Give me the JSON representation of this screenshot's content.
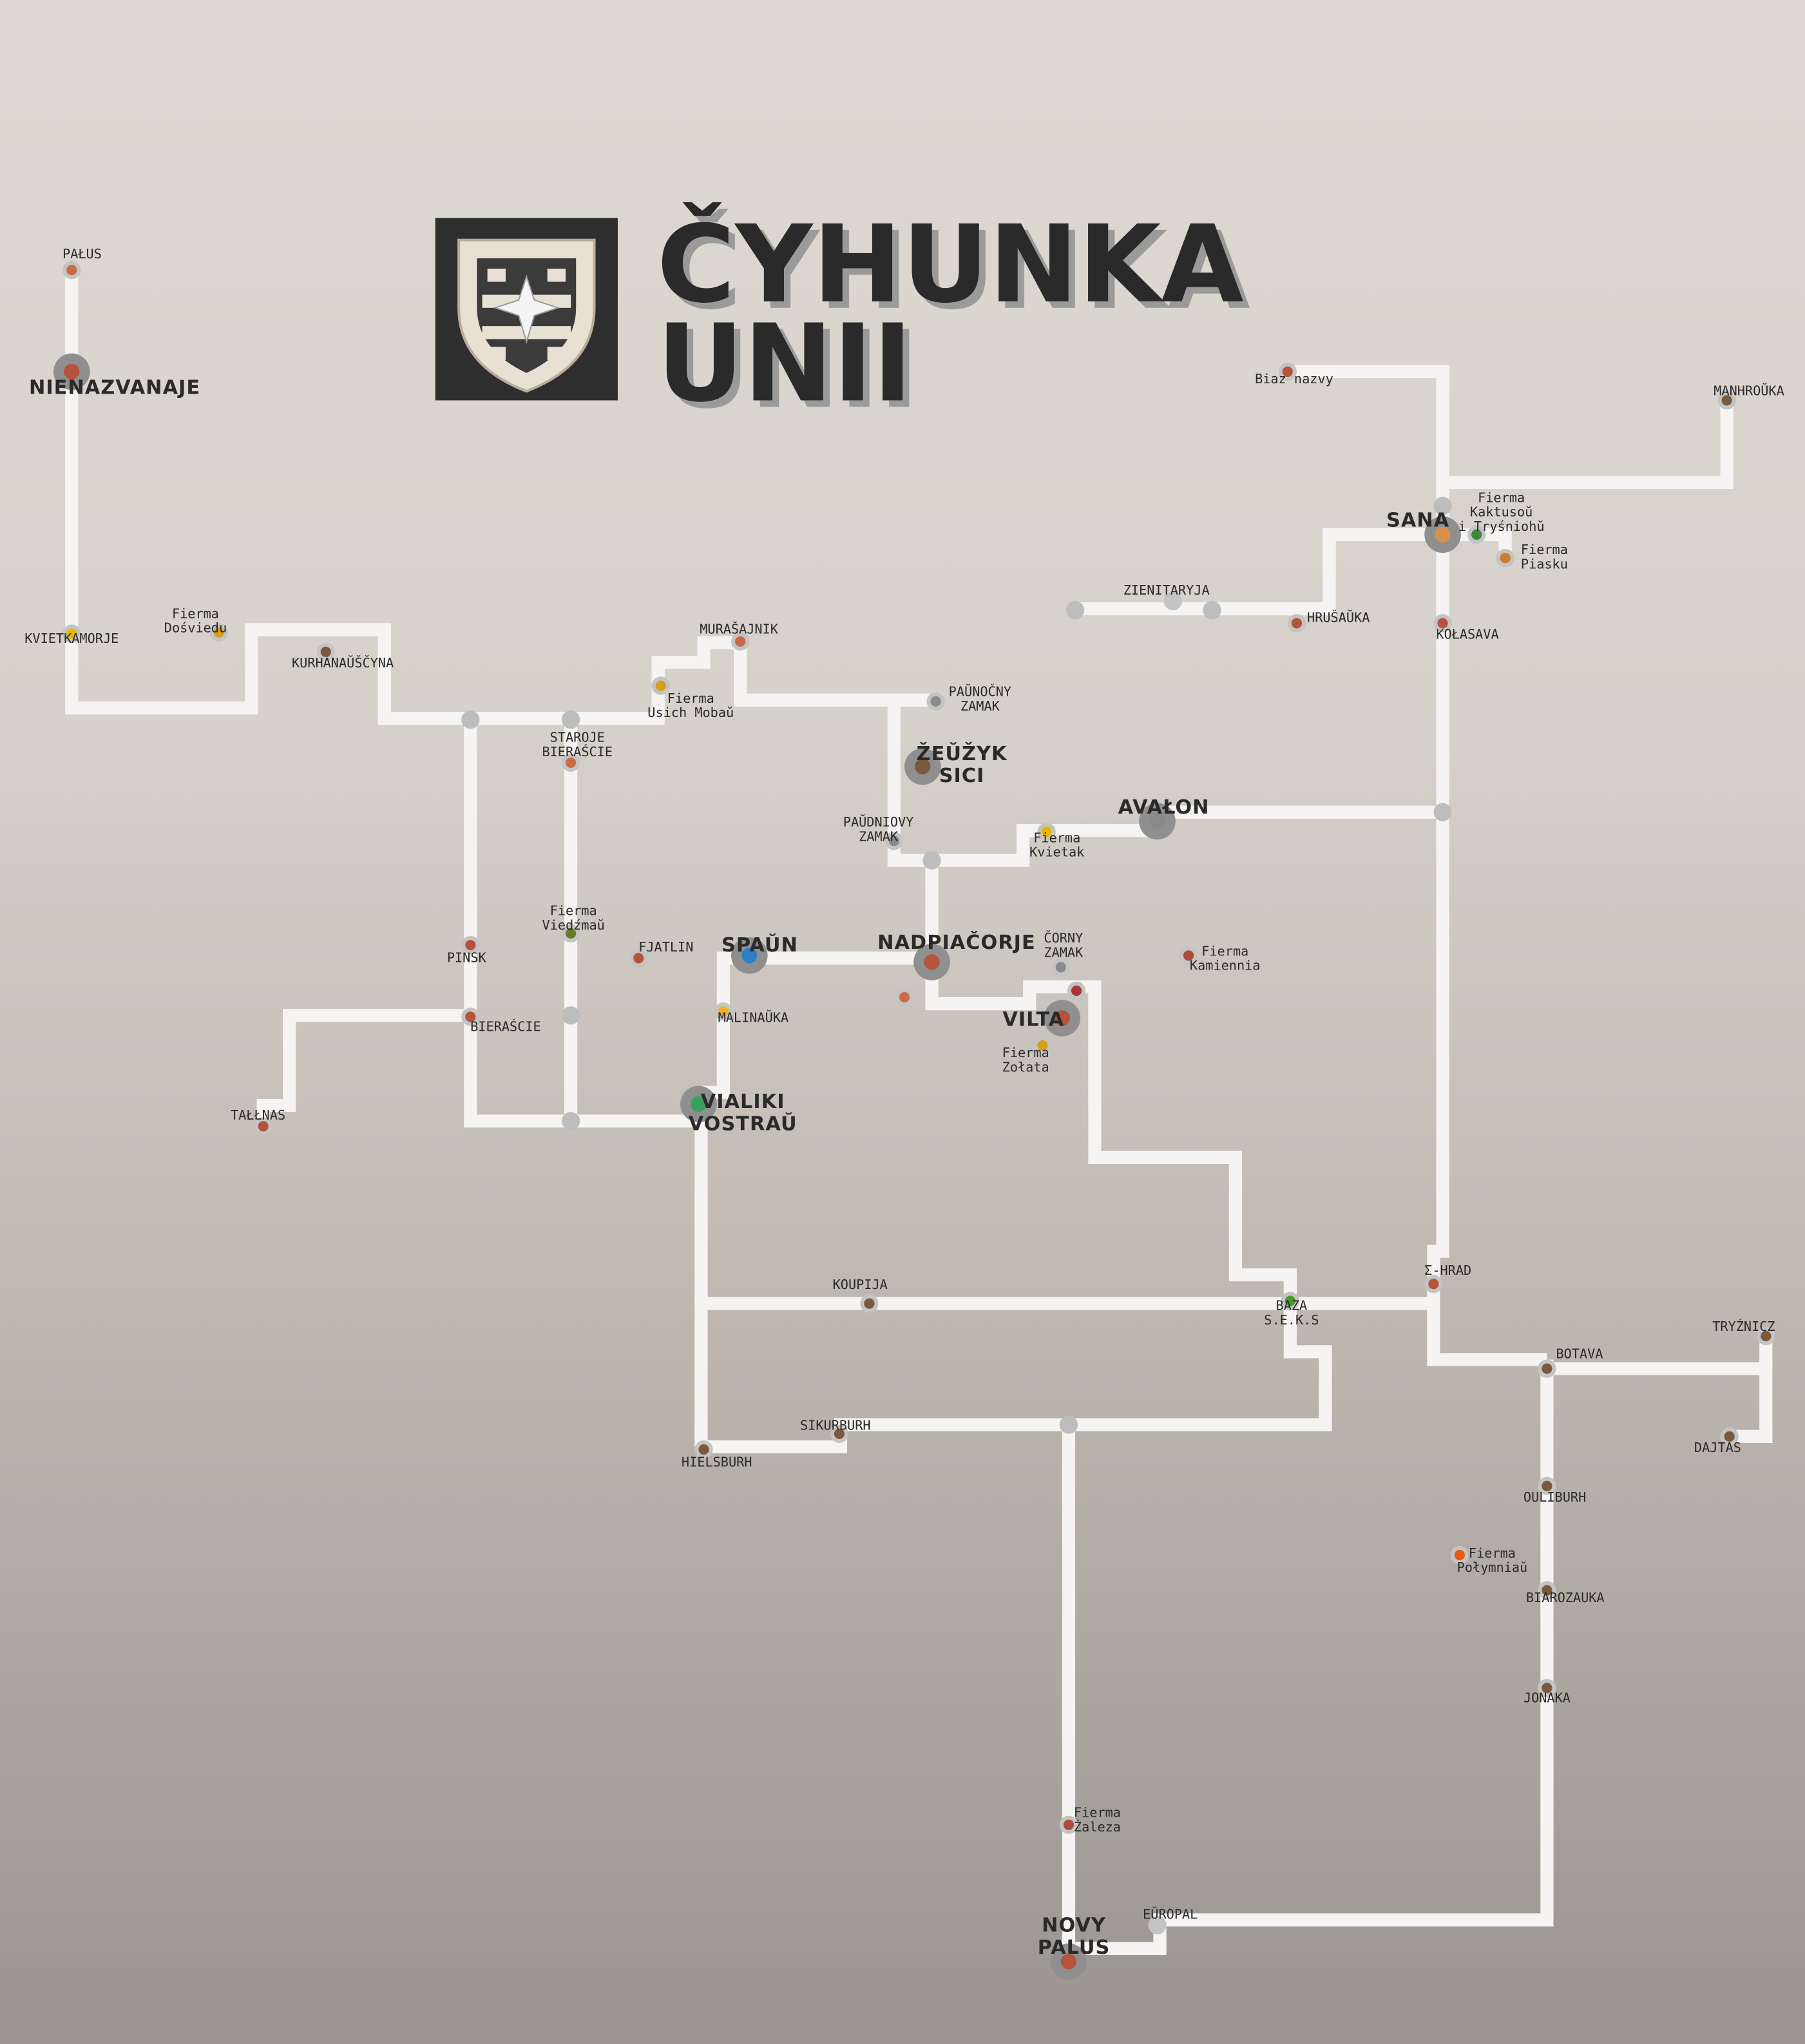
{
  "title": {
    "line1": "ČYHUNKA",
    "line2": "UNII",
    "logo": "shield-cross-logo"
  },
  "colors": {
    "track": "#f5f4f2",
    "node": "#bdbdbd",
    "text": "#2a2a2a"
  },
  "stations": [
    {
      "lines": [
        "PAŁUS"
      ],
      "icon": "house-icon",
      "major": false
    },
    {
      "lines": [
        "NIENAZVANAJE"
      ],
      "icon": "houses-icon",
      "major": true
    },
    {
      "lines": [
        "KVIETKAMORJE"
      ],
      "icon": "sunflower-icon",
      "major": false
    },
    {
      "lines": [
        "Fierma",
        "Dośviedu"
      ],
      "icon": "medal-icon",
      "major": false
    },
    {
      "lines": [
        "KURHANAŬŠČYNA"
      ],
      "icon": "hut-icon",
      "major": false
    },
    {
      "lines": [
        "STAROJE",
        "BIERAŚCIE"
      ],
      "icon": "house-icon",
      "major": false
    },
    {
      "lines": [
        "MURAŠAJNIK"
      ],
      "icon": "house-icon",
      "major": false
    },
    {
      "lines": [
        "Fierma",
        "Usich Mobaŭ"
      ],
      "icon": "medal-icon",
      "major": false
    },
    {
      "lines": [
        "PAŬNOČNY",
        "ZAMAK"
      ],
      "icon": "castle-icon",
      "major": false
    },
    {
      "lines": [
        "ŽEŬŽYK",
        "SICI"
      ],
      "icon": "hut-icon",
      "major": true
    },
    {
      "lines": [
        "PAŬDNIOVY",
        "ZAMAK"
      ],
      "icon": "castle-icon",
      "major": false
    },
    {
      "lines": [
        "Fierma",
        "Kvietak"
      ],
      "icon": "sunflower-icon",
      "major": false
    },
    {
      "lines": [
        "AVAŁON"
      ],
      "icon": "castle-icon",
      "major": true
    },
    {
      "lines": [
        "PINSK"
      ],
      "icon": "houses-icon",
      "major": false
    },
    {
      "lines": [
        "Fierma",
        "Viedźmaŭ"
      ],
      "icon": "witch-icon",
      "major": false
    },
    {
      "lines": [
        "FJATLIN"
      ],
      "icon": "houses-icon",
      "major": false
    },
    {
      "lines": [
        "SPAŬN"
      ],
      "icon": "globe-icon",
      "major": true
    },
    {
      "lines": [
        "NADPIAČORJE"
      ],
      "icon": "houses-icon",
      "major": true
    },
    {
      "lines": [
        "ČORNY",
        "ZAMAK"
      ],
      "icon": "castle-icon",
      "major": false
    },
    {
      "lines": [
        "Fierma",
        "Kamiennia"
      ],
      "icon": "factory-icon",
      "major": false
    },
    {
      "lines": [
        ""
      ],
      "icon": "house-icon",
      "major": false
    },
    {
      "lines": [
        ""
      ],
      "icon": "train-icon",
      "major": false
    },
    {
      "lines": [
        "VILTA"
      ],
      "icon": "houses-icon",
      "major": true
    },
    {
      "lines": [
        "Fierma",
        "Zołata"
      ],
      "icon": "medal-icon",
      "major": false
    },
    {
      "lines": [
        "MALINAŬKA"
      ],
      "icon": "sun-icon",
      "major": false
    },
    {
      "lines": [
        "BIERAŚCIE"
      ],
      "icon": "houses-icon",
      "major": false
    },
    {
      "lines": [
        "TAŁŁNAS"
      ],
      "icon": "houses-icon",
      "major": false
    },
    {
      "lines": [
        "VIALIKI",
        "VOSTRAŬ"
      ],
      "icon": "island-icon",
      "major": true
    },
    {
      "lines": [
        "KOUPIJA"
      ],
      "icon": "hut-icon",
      "major": false
    },
    {
      "lines": [
        "SIKURBURH"
      ],
      "icon": "hut-icon",
      "major": false
    },
    {
      "lines": [
        "HIELSBURH"
      ],
      "icon": "hut-icon",
      "major": false
    },
    {
      "lines": [
        "BAZA",
        "S.E.K.S"
      ],
      "icon": "tree-icon",
      "major": false
    },
    {
      "lines": [
        "Σ-HRAD"
      ],
      "icon": "houses-icon",
      "major": false
    },
    {
      "lines": [
        "BOTAVA"
      ],
      "icon": "hut-icon",
      "major": false
    },
    {
      "lines": [
        "TRYŹNICZ"
      ],
      "icon": "hut-icon",
      "major": false
    },
    {
      "lines": [
        "DAJTAS"
      ],
      "icon": "hut-icon",
      "major": false
    },
    {
      "lines": [
        "OULIBURH"
      ],
      "icon": "hut-icon",
      "major": false
    },
    {
      "lines": [
        "Fierma",
        "Połymniaŭ"
      ],
      "icon": "fire-icon",
      "major": false
    },
    {
      "lines": [
        "BIAROZAUKA"
      ],
      "icon": "hut-icon",
      "major": false
    },
    {
      "lines": [
        "JONAKA"
      ],
      "icon": "hut-icon",
      "major": false
    },
    {
      "lines": [
        "Fierma",
        "Żaleza"
      ],
      "icon": "factory-icon",
      "major": false
    },
    {
      "lines": [
        "EŬROPAL"
      ],
      "icon": "",
      "major": false
    },
    {
      "lines": [
        "NOVY",
        "PALUS"
      ],
      "icon": "houses-icon",
      "major": true
    },
    {
      "lines": [
        "Biaz nazvy"
      ],
      "icon": "houses-icon",
      "major": false
    },
    {
      "lines": [
        "MANHROŬKA"
      ],
      "icon": "hut-icon",
      "major": false
    },
    {
      "lines": [
        "SANA"
      ],
      "icon": "mosque-icon",
      "major": true
    },
    {
      "lines": [
        "Fierma",
        "Kaktusoŭ",
        "i Tryśniohŭ"
      ],
      "icon": "cactus-icon",
      "major": false
    },
    {
      "lines": [
        "Fierma",
        "Piasku"
      ],
      "icon": "desert-icon",
      "major": false
    },
    {
      "lines": [
        "ZIENITARYJA"
      ],
      "icon": "",
      "major": false
    },
    {
      "lines": [
        "HRUŠAŬKA"
      ],
      "icon": "houses-icon",
      "major": false
    },
    {
      "lines": [
        "KOŁASAVA"
      ],
      "icon": "houses-icon",
      "major": false
    }
  ]
}
